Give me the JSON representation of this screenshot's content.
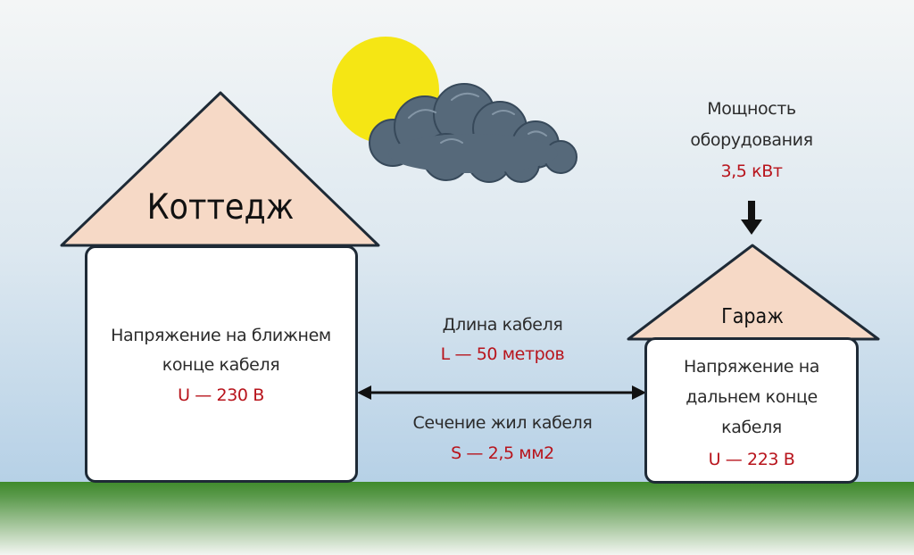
{
  "cottage": {
    "title": "Коттедж",
    "voltage_label_line1": "Напряжение на ближнем",
    "voltage_label_line2": "конце кабеля",
    "voltage_value": "U — 230 В"
  },
  "garage": {
    "title": "Гараж",
    "voltage_label_line1": "Напряжение на",
    "voltage_label_line2": "дальнем конце",
    "voltage_label_line3": "кабеля",
    "voltage_value": "U — 223 В"
  },
  "cable": {
    "length_label": "Длина кабеля",
    "length_value": "L — 50 метров",
    "section_label": "Сечение жил кабеля",
    "section_value": "S — 2,5 мм2"
  },
  "power": {
    "label_line1": "Мощность",
    "label_line2": "оборудования",
    "value": "3,5 кВт"
  },
  "colors": {
    "roof": "#f6d9c6",
    "outline": "#1e2a36",
    "accent_red": "#b8141c",
    "sun": "#f5e614",
    "cloud": "#56697a",
    "grass": "#3f8a2c"
  }
}
